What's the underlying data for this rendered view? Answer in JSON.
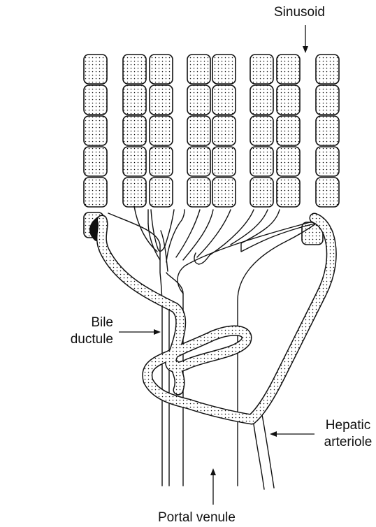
{
  "labels": {
    "sinusoid": "Sinusoid",
    "bile_line1": "Bile",
    "bile_line2": "ductule",
    "hepatic_line1": "Hepatic",
    "hepatic_line2": "arteriole",
    "portal": "Portal venule"
  },
  "colors": {
    "ink": "#111111",
    "stipple": "#000000",
    "background": "#ffffff"
  }
}
